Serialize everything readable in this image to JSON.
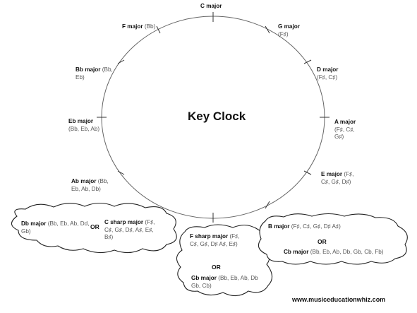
{
  "title": "Key Clock",
  "website": "www.musiceducationwhiz.com",
  "or_label": "OR",
  "keys": {
    "c": {
      "name": "C major",
      "notes": ""
    },
    "g": {
      "name": "G major",
      "notes": "(F♯)"
    },
    "d": {
      "name": "D major",
      "notes": "(F♯, C♯)"
    },
    "a": {
      "name": "A major",
      "notes": "(F♯, C♯, G♯)"
    },
    "e": {
      "name": "E major",
      "notes": "(F♯, C♯, G♯, D♯)"
    },
    "b": {
      "name": "B major",
      "notes": "(F♯, C♯, G♯, D♯ A♯)"
    },
    "cb": {
      "name": "Cb major",
      "notes": "(Bb, Eb, Ab, Db, Gb, Cb, Fb)"
    },
    "fs": {
      "name": "F sharp major",
      "notes": "(F♯, C♯, G♯, D♯ A♯, E♯)"
    },
    "gb": {
      "name": "Gb major",
      "notes": "(Bb, Eb, Ab, Db Gb, Cb)"
    },
    "cs": {
      "name": "C sharp major",
      "notes": "(F♯, C♯, G♯, D♯, A♯, E♯, B♯)"
    },
    "db": {
      "name": "Db major",
      "notes": "(Bb, Eb, Ab, Dd, Gb)"
    },
    "ab": {
      "name": "Ab major",
      "notes": "(Bb, Eb, Ab, Db)"
    },
    "eb": {
      "name": "Eb major",
      "notes": "(Bb, Eb, Ab)"
    },
    "bb": {
      "name": "Bb major",
      "notes": "(Bb, Eb)"
    },
    "f": {
      "name": "F major",
      "notes": "(Bb)"
    }
  }
}
